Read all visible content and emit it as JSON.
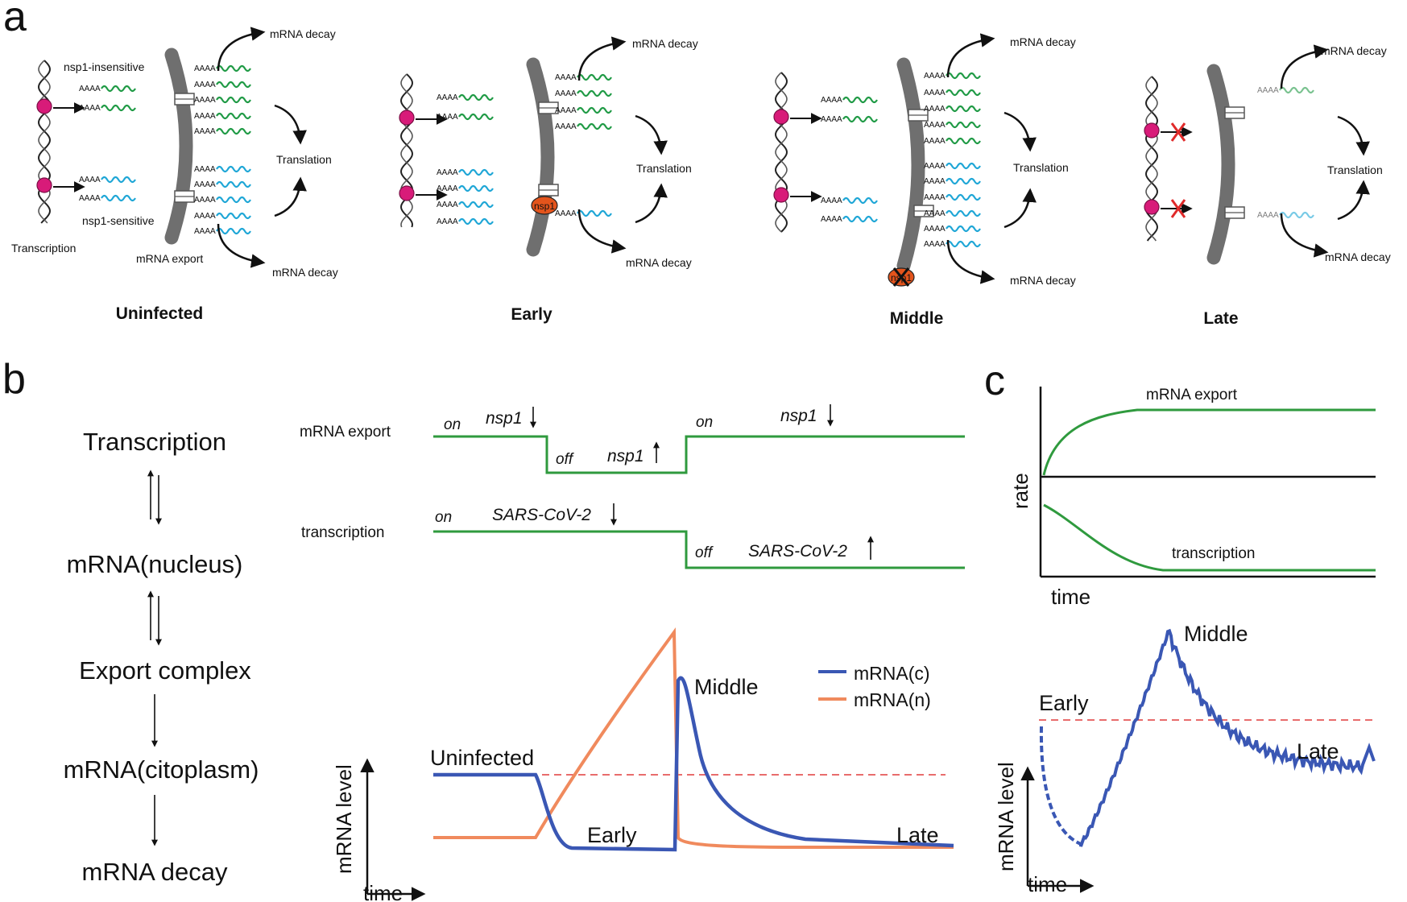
{
  "panel_a": {
    "label": "a",
    "stages": [
      {
        "title": "Uninfected",
        "decay_top": "mRNA decay",
        "decay_bottom": "mRNA decay",
        "translation": "Translation",
        "insensitive": "nsp1-insensitive",
        "sensitive": "nsp1-sensitive",
        "transcription": "Transcription",
        "export": "mRNA export"
      },
      {
        "title": "Early",
        "decay_top": "mRNA decay",
        "decay_bottom": "mRNA decay",
        "translation": "Translation",
        "nsp": "nsp1"
      },
      {
        "title": "Middle",
        "decay_top": "mRNA decay",
        "decay_bottom": "mRNA decay",
        "translation": "Translation",
        "nsp": "nsp1"
      },
      {
        "title": "Late",
        "decay_top": "mRNA decay",
        "decay_bottom": "mRNA decay",
        "translation": "Translation"
      }
    ],
    "polyA": "AAAA",
    "colors": {
      "green": "#1f9a45",
      "blue": "#1ea6d6",
      "pore": "#6f6f6f",
      "nsp": "#e3541c",
      "dot": "#d81b79",
      "cross": "#e02a2a"
    }
  },
  "panel_b": {
    "label": "b",
    "flow": [
      "Transcription",
      "mRNA(nucleus)",
      "Export complex",
      "mRNA(citoplasm)",
      "mRNA decay"
    ],
    "export_row": {
      "label": "mRNA export",
      "on1": "on",
      "nsp_down1": "nsp1",
      "off": "off",
      "nsp_up": "nsp1",
      "on2": "on",
      "nsp_down2": "nsp1"
    },
    "transcription_row": {
      "label": "transcription",
      "on": "on",
      "virus_down": "SARS-CoV-2",
      "off": "off",
      "virus_up": "SARS-CoV-2"
    },
    "chart": {
      "ylabel": "mRNA level",
      "xlabel": "time",
      "annotations": [
        "Uninfected",
        "Early",
        "Middle",
        "Late"
      ],
      "legend": [
        {
          "name": "mRNA(c)",
          "color": "#3a57b4"
        },
        {
          "name": "mRNA(n)",
          "color": "#f08a5d"
        }
      ],
      "threshold_color": "#e03b3b"
    }
  },
  "panel_c": {
    "label": "c",
    "rate": {
      "ylabel": "rate",
      "xlabel": "time",
      "export_label": "mRNA export",
      "transcription_label": "transcription",
      "line_color": "#2f9a3e"
    },
    "level": {
      "ylabel": "mRNA level",
      "xlabel": "time",
      "annotations": [
        "Early",
        "Middle",
        "Late"
      ],
      "line_color": "#3a57b4",
      "threshold_color": "#e03b3b"
    }
  }
}
